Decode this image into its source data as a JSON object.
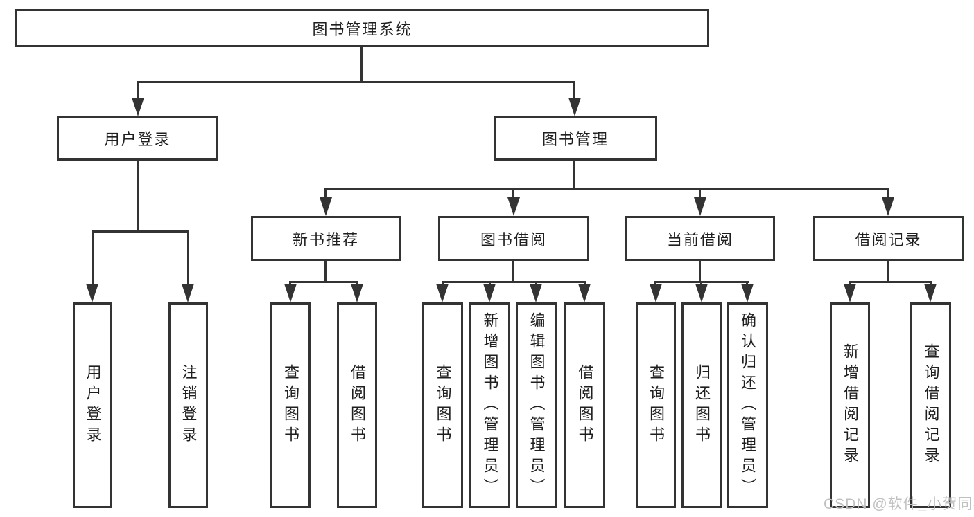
{
  "tree": {
    "label": "图书管理系统",
    "children": [
      {
        "label": "用户登录",
        "children": [
          {
            "label": "用户登录"
          },
          {
            "label": "注销登录"
          }
        ]
      },
      {
        "label": "图书管理",
        "children": [
          {
            "label": "新书推荐",
            "children": [
              {
                "label": "查询图书"
              },
              {
                "label": "借阅图书"
              }
            ]
          },
          {
            "label": "图书借阅",
            "children": [
              {
                "label": "查询图书"
              },
              {
                "label": "新增图书（管理员）"
              },
              {
                "label": "编辑图书（管理员）"
              },
              {
                "label": "借阅图书"
              }
            ]
          },
          {
            "label": "当前借阅",
            "children": [
              {
                "label": "查询图书"
              },
              {
                "label": "归还图书"
              },
              {
                "label": "确认归还（管理员）"
              }
            ]
          },
          {
            "label": "借阅记录",
            "children": [
              {
                "label": "新增借阅记录"
              },
              {
                "label": "查询借阅记录"
              }
            ]
          }
        ]
      }
    ]
  },
  "watermark": {
    "text": "CSDN @软件_小贺同学"
  },
  "colors": {
    "line": "#333333",
    "text": "#1f1f1f",
    "watermark": "#c0c0c0",
    "background": "#ffffff"
  }
}
